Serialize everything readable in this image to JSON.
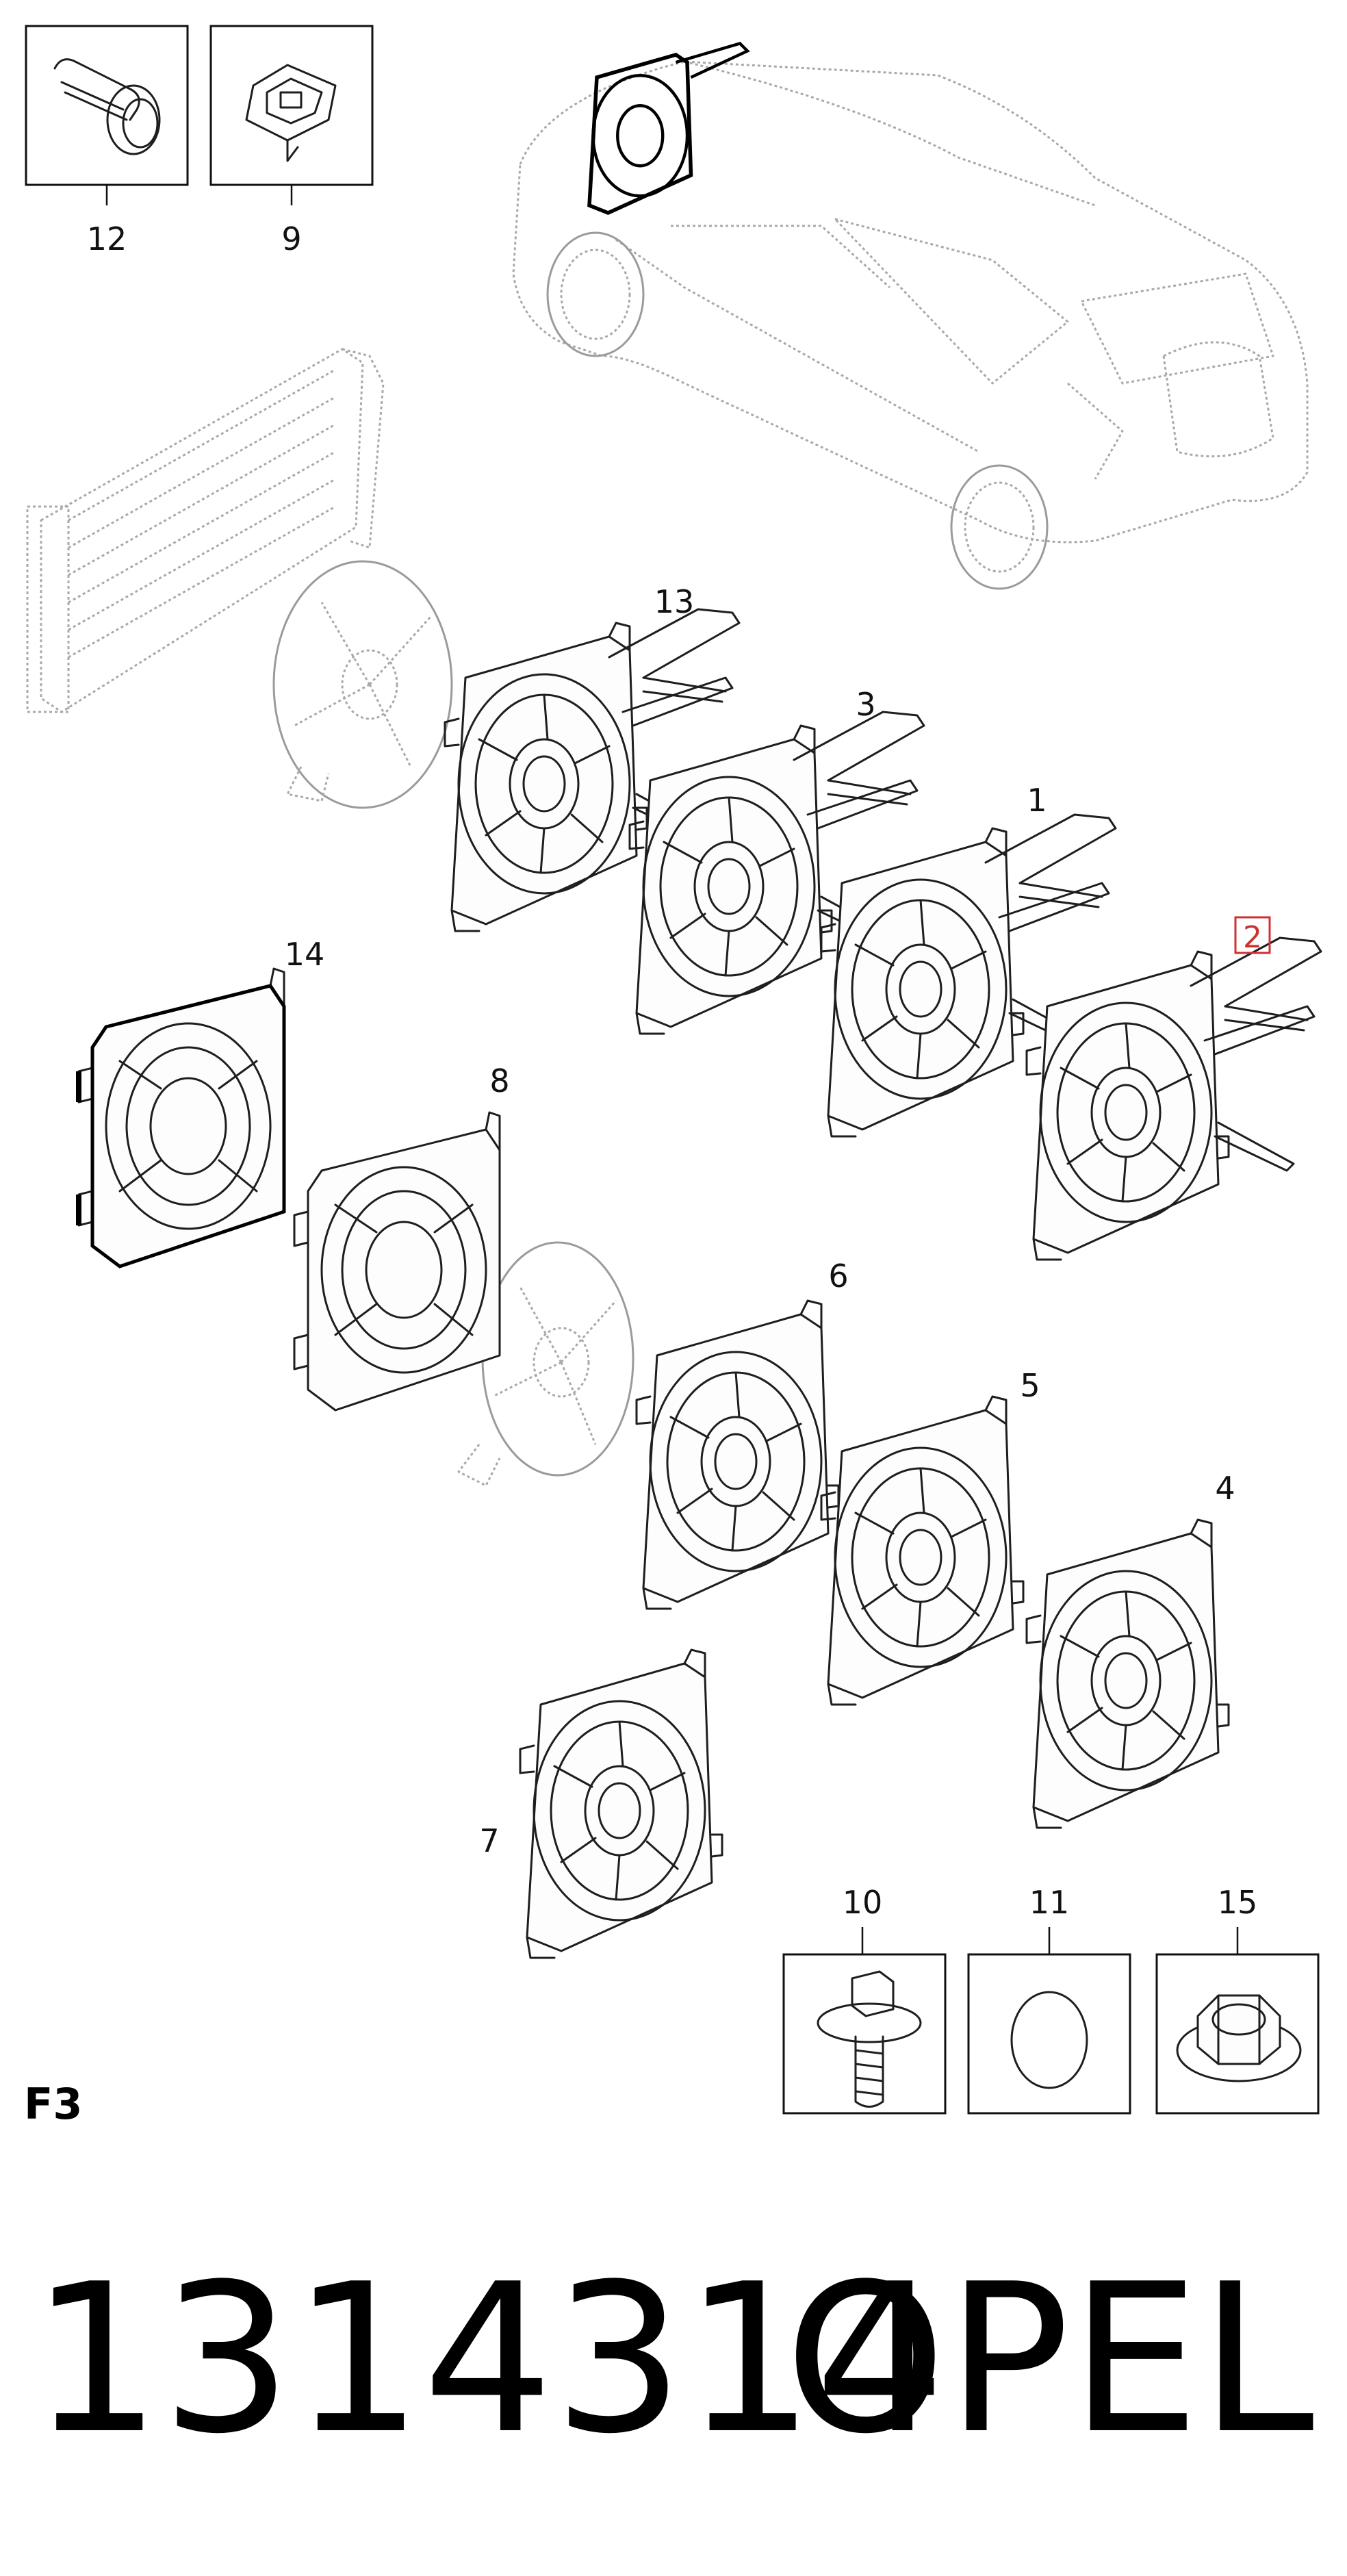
{
  "diagram": {
    "section_code": "F3",
    "highlighted_callout": "2",
    "callouts": {
      "c1": "1",
      "c2": "2",
      "c3": "3",
      "c4": "4",
      "c5": "5",
      "c6": "6",
      "c7": "7",
      "c8": "8",
      "c9": "9",
      "c10": "10",
      "c11": "11",
      "c12": "12",
      "c13": "13",
      "c14": "14",
      "c15": "15"
    }
  },
  "footer": {
    "part_number": "1314314",
    "brand": "OPEL"
  },
  "colors": {
    "highlight": "#d23030",
    "line": "#1e1e1e",
    "ghost": "#a9a9a9"
  }
}
